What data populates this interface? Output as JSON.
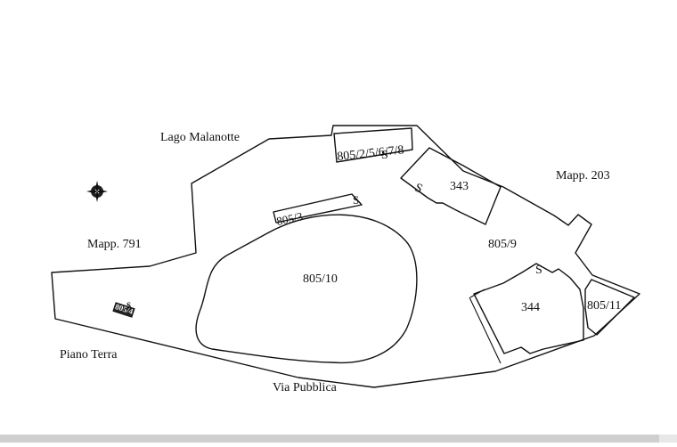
{
  "map": {
    "labels": {
      "lago": "Lago Malanotte",
      "mapp203": "Mapp. 203",
      "mapp791": "Mapp. 791",
      "piano": "Piano Terra",
      "via": "Via Pubblica",
      "p805_2": "805/2/5/6/7/8",
      "p805_3": "805/3",
      "p343": "343",
      "p805_9": "805/9",
      "p805_10": "805/10",
      "p344": "344",
      "p805_11": "805/11",
      "p805_4": "805/4"
    },
    "symbols": {
      "s_mark": "S",
      "compass_icon": "compass-rose-icon"
    },
    "colors": {
      "ink": "#111111",
      "paper": "#ffffff",
      "scrollbar": "#cfcfcf"
    }
  }
}
